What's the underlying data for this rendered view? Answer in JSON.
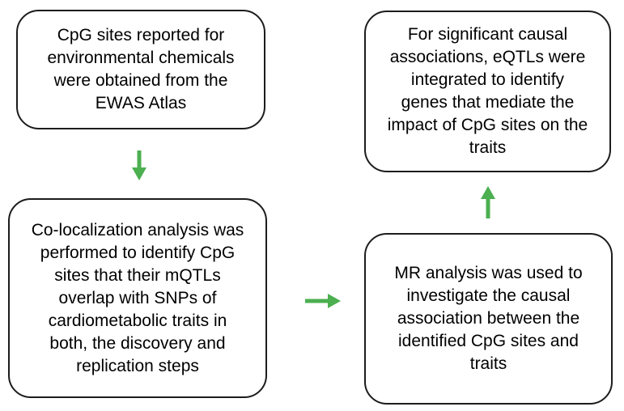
{
  "flowchart": {
    "boxes": [
      {
        "id": "ewas-atlas",
        "text": "CpG sites reported for\nenvironmental chemicals\nwere obtained from the\nEWAS Atlas"
      },
      {
        "id": "colocalization",
        "text": "Co-localization analysis was\nperformed to identify CpG\nsites that their mQTLs\noverlap with SNPs of\ncardiometabolic traits in\nboth, the discovery and\nreplication steps"
      },
      {
        "id": "mr-analysis",
        "text": "MR analysis was used to\ninvestigate the causal\nassociation between the\nidentified CpG sites and\ntraits"
      },
      {
        "id": "eqtl-integration",
        "text": "For significant causal\nassociations, eQTLs were\nintegrated to identify\ngenes that mediate the\nimpact of CpG sites on the\ntraits"
      }
    ],
    "arrows": [
      {
        "direction": "down",
        "from": "ewas-atlas",
        "to": "colocalization"
      },
      {
        "direction": "right",
        "from": "colocalization",
        "to": "mr-analysis"
      },
      {
        "direction": "up",
        "from": "mr-analysis",
        "to": "eqtl-integration"
      }
    ],
    "colors": {
      "arrow": "#4caf50",
      "box_border": "#1c1c1c",
      "text": "#000000",
      "background": "#ffffff"
    }
  }
}
